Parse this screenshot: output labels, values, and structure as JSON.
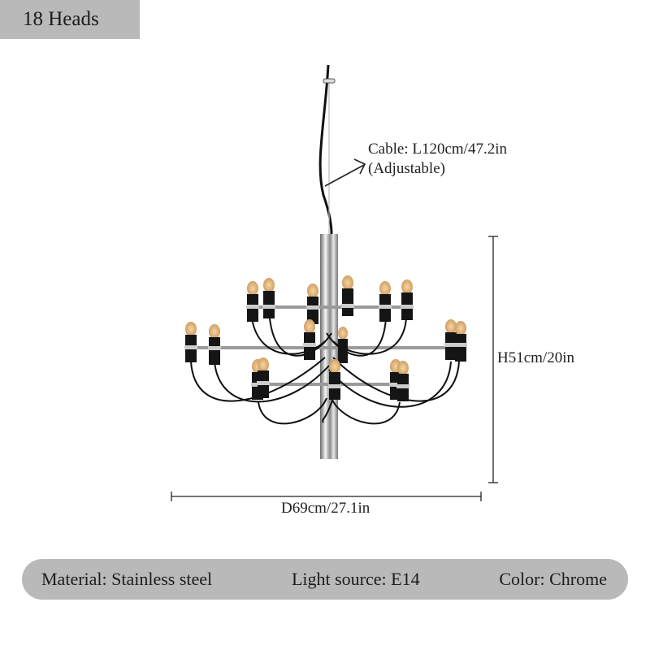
{
  "badge": {
    "label": "18 Heads"
  },
  "product": {
    "image_alt": "18-head chrome chandelier",
    "heads": 18,
    "cable": {
      "line1": "Cable: L120cm/47.2in",
      "line2": "(Adjustable)"
    },
    "height": "H51cm/20in",
    "diameter": "D69cm/27.1in"
  },
  "specs": [
    {
      "label": "Material: Stainless steel"
    },
    {
      "label": "Light source: E14"
    },
    {
      "label": "Color: Chrome"
    }
  ],
  "colors": {
    "badge_bg": "#b9b9b9",
    "specbar_bg": "#b9b9b9",
    "bulb": "#e8b878",
    "socket": "#151515",
    "chrome": "#c8c8c8"
  }
}
